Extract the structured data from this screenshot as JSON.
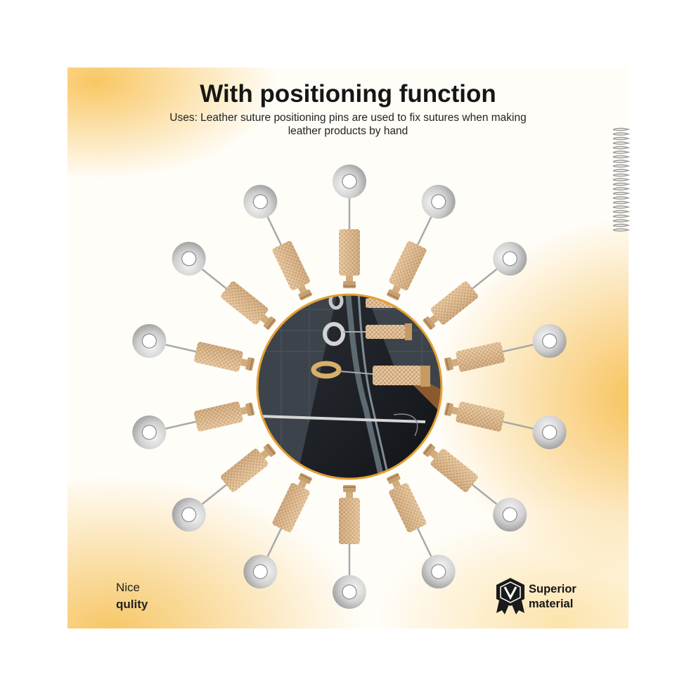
{
  "heading": {
    "title": "With positioning function",
    "subtitle_line1": "Uses: Leather suture positioning pins are used to fix sutures when making",
    "subtitle_line2": "leather products by hand"
  },
  "badges": {
    "nice_line1": "Nice",
    "nice_line2": "qulity",
    "superior_line1": "Superior",
    "superior_line2": "material",
    "badge_icon": "v-shield-ribbon-icon"
  },
  "illustration": {
    "pin_count": 14,
    "center_photo": "leather-stitching-closeup",
    "colors": {
      "brass": "#d9b48a",
      "steel": "#c9c9c9",
      "background_glow": "#f7be50"
    }
  }
}
